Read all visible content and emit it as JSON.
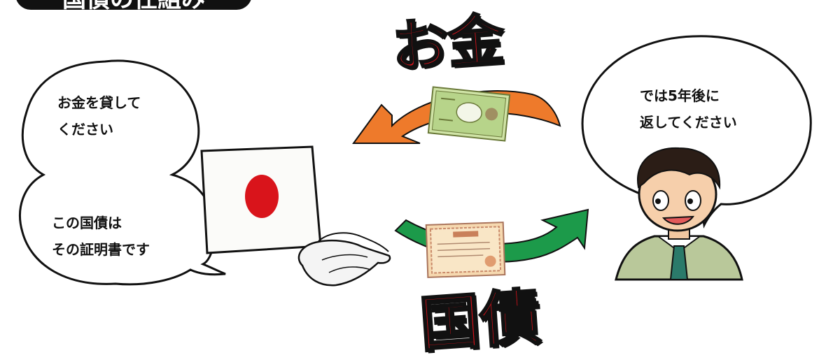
{
  "header": {
    "title": "国債の仕組み"
  },
  "bubbles": {
    "left_top": {
      "line1": "お金を貸して",
      "line2": "ください"
    },
    "left_bottom": {
      "line1": "この国債は",
      "line2": "その証明書です"
    },
    "right": {
      "line1": "では5年後に",
      "line2": "返してください"
    }
  },
  "labels": {
    "money": "お金",
    "bond": "国債"
  },
  "colors": {
    "label_red": "#e0121b",
    "arrow_orange": "#ee7a2b",
    "arrow_green": "#1c9a4a",
    "flag_red": "#d9141b",
    "ink": "#111111"
  },
  "icons": [
    "flag-japan-icon",
    "glove-hands-icon",
    "banknote-icon",
    "bond-certificate-icon",
    "businessman-icon"
  ]
}
